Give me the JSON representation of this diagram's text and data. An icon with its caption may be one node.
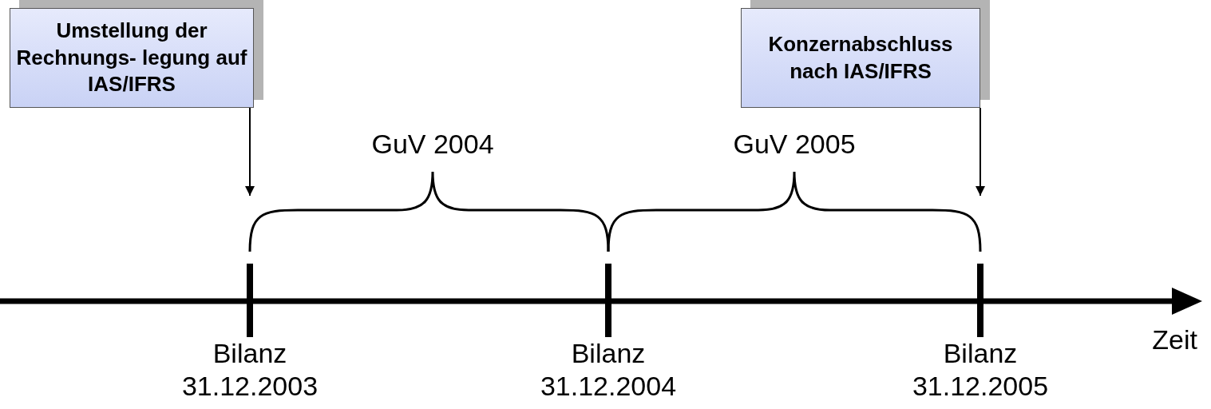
{
  "diagram": {
    "nodes": [
      {
        "text": [
          "Umstellung der Rechnungs- legung auf IAS/IFRS"
        ]
      },
      {
        "text": [
          "Konzernabschluss nach IAS/IFRS"
        ]
      },
      {
        "text": [],
        "shape": "bar",
        "beside": [
          "Bilanz 31.12.2003"
        ]
      },
      {
        "text": [],
        "shape": "bar",
        "beside": [
          "Bilanz 31.12.2004"
        ]
      },
      {
        "text": [],
        "shape": "bar",
        "beside": [
          "Bilanz 31.12.2005"
        ]
      }
    ],
    "edges": [
      {
        "from": 0,
        "to": 2,
        "arrow": "to"
      },
      {
        "from": 1,
        "to": 4,
        "arrow": "to"
      }
    ],
    "labels": [
      "GuV 2004",
      "GuV 2005",
      "Zeit"
    ]
  }
}
